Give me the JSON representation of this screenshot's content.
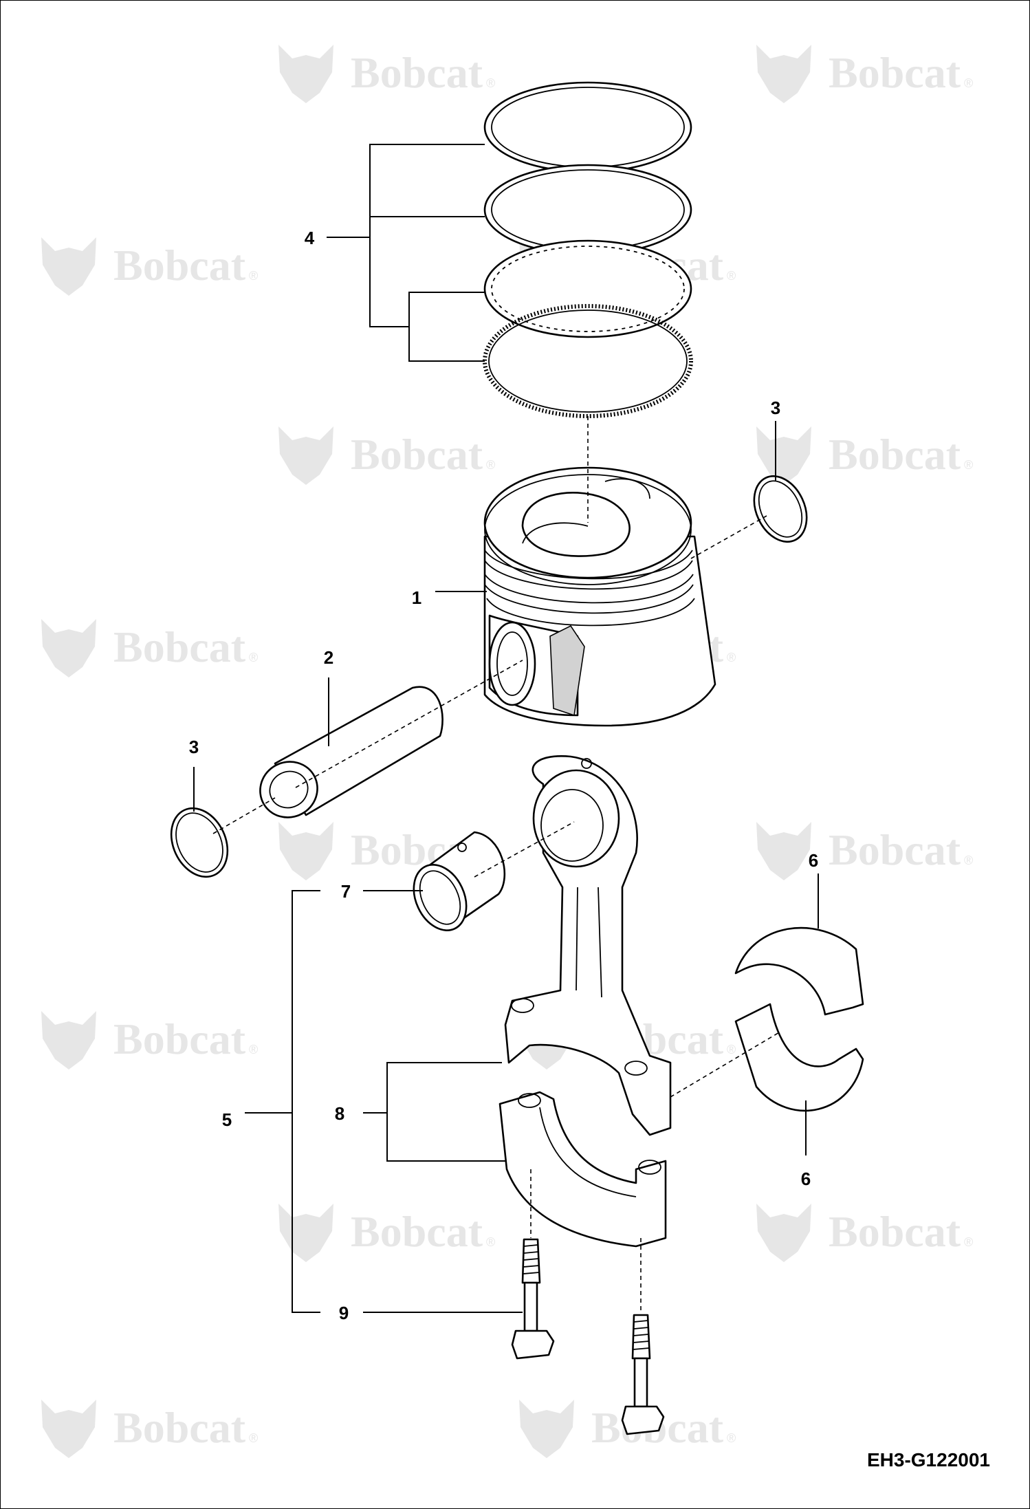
{
  "watermark": {
    "brand": "Bobcat",
    "registered": "®"
  },
  "drawing_code": "EH3-G122001",
  "callouts": {
    "c1": "1",
    "c2": "2",
    "c3a": "3",
    "c3b": "3",
    "c4": "4",
    "c5": "5",
    "c6a": "6",
    "c6b": "6",
    "c7": "7",
    "c8": "8",
    "c9": "9"
  },
  "colors": {
    "line": "#000000",
    "watermark": "#e6e6e6",
    "background": "#ffffff"
  }
}
